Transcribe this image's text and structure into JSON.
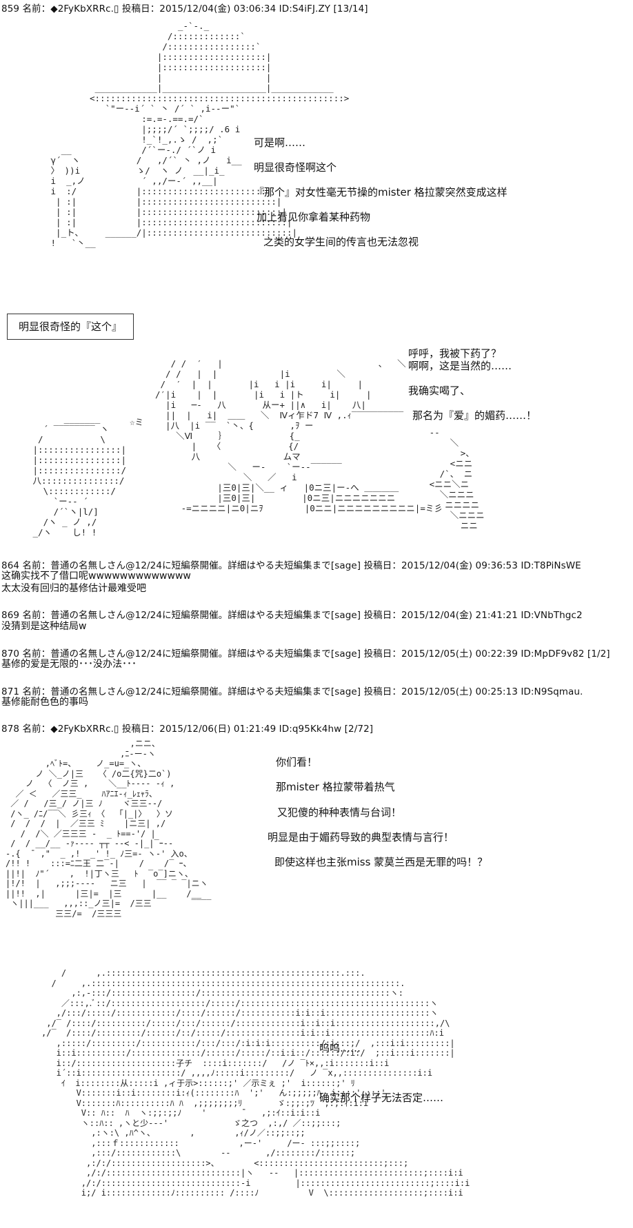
{
  "posts": [
    {
      "header": "859 名前：◆2FyKbXRRc.▯ 投稿日：2015/12/04(金) 03:06:34 ID:S4iFJ.ZY [13/14]"
    },
    {
      "header": "864 名前：普通の名無しさん@12/24に短編祭開催。詳細はやる夫短編集まで[sage] 投稿日：2015/12/04(金) 09:36:53 ID:T8PiNsWE",
      "body": "太太没有回归的基修估计最难受吧"
    },
    {
      "header": "869 名前：普通の名無しさん@12/24に短編祭開催。詳細はやる夫短編集まで[sage] 投稿日：2015/12/04(金) 21:41:21 ID:VNbThgc2",
      "body": "没猜到是这种结局w"
    },
    {
      "header": "870 名前：普通の名無しさん@12/24に短編祭開催。詳細はやる夫短編集まで[sage] 投稿日：2015/12/05(土) 00:22:39 ID:MpDF9v82 [1/2]",
      "body": "基修的爱是无限的･･･没办法･･･"
    },
    {
      "header": "871 名前：普通の名無しさん@12/24に短編祭開催。詳細はやる夫短編集まで[sage] 投稿日：2015/12/05(土) 00:25:13 ID:N9Sqmau.",
      "body": "基修能耐色色的事吗"
    },
    {
      "header": "878 名前：◆2FyKbXRRc.▯ 投稿日：2015/12/06(日) 01:21:49 ID:q95Kk4hw [2/72]"
    }
  ],
  "post864_extra": "这确实找不了借口呢wwwwwwwwwwwww",
  "dialogue1": [
    "可是啊……",
    "明显很奇怪啊这个",
    "『那个』对女性毫无节操的mister 格拉蒙突然变成这样",
    "加上看见你拿着某种药物",
    "之类的女学生间的传言也无法忽视"
  ],
  "title_box": "明显很奇怪的『这个』",
  "dialogue2": [
    "呼呼，我被下药了？",
    "啊啊，这是当然的……",
    "我确实喝了、",
    "那名为『爱』的媚药……！"
  ],
  "aa_labels": {
    "star": "☆ミ",
    "iv": "Ⅳ"
  },
  "dialogue3": [
    "你们看！",
    "那mister 格拉蒙带着热气",
    "又犯傻的种种表情与台词！",
    "明显是由于媚药导致的典型表情与言行！",
    "即使这样也主张miss 蒙莫兰西是无罪的吗！？"
  ],
  "dialogue4": [
    "呜呜……",
    "确实那个样子无法否定……"
  ]
}
